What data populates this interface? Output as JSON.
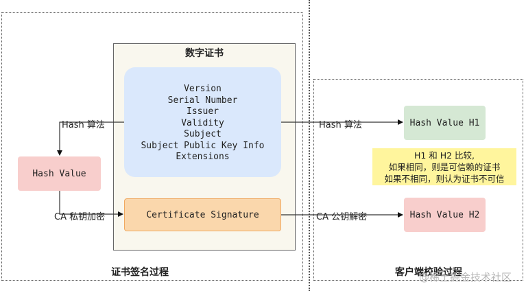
{
  "certificate": {
    "title": "数字证书",
    "fields": [
      "Version",
      "Serial Number",
      "Issuer",
      "Validity",
      "Subject",
      "Subject Public Key Info",
      "Extensions"
    ],
    "signature": "Certificate Signature"
  },
  "left": {
    "hash_algo_label": "Hash 算法",
    "hash_value": "Hash Value",
    "ca_encrypt_label": "CA 私钥加密",
    "region_title": "证书签名过程"
  },
  "right": {
    "hash_algo_label": "Hash 算法",
    "ca_decrypt_label": "CA 公钥解密",
    "h1": "Hash Value H1",
    "h2": "Hash Value H2",
    "compare": {
      "line1": "H1 和 H2 比较,",
      "line2": "如果相同，则是可信赖的证书",
      "line3": "如果不相同，则认为证书不可信"
    },
    "region_title": "客户端校验过程"
  },
  "watermark": "@稀土掘金技术社区",
  "colors": {
    "cert_bg": "#f9f7ee",
    "fields_bg": "#dae8fc",
    "signature_bg": "#fad7ac",
    "signature_border": "#f0a860",
    "hash_bg": "#f8cecc",
    "h1_bg": "#d5e8d4",
    "compare_bg": "#fff59d"
  }
}
